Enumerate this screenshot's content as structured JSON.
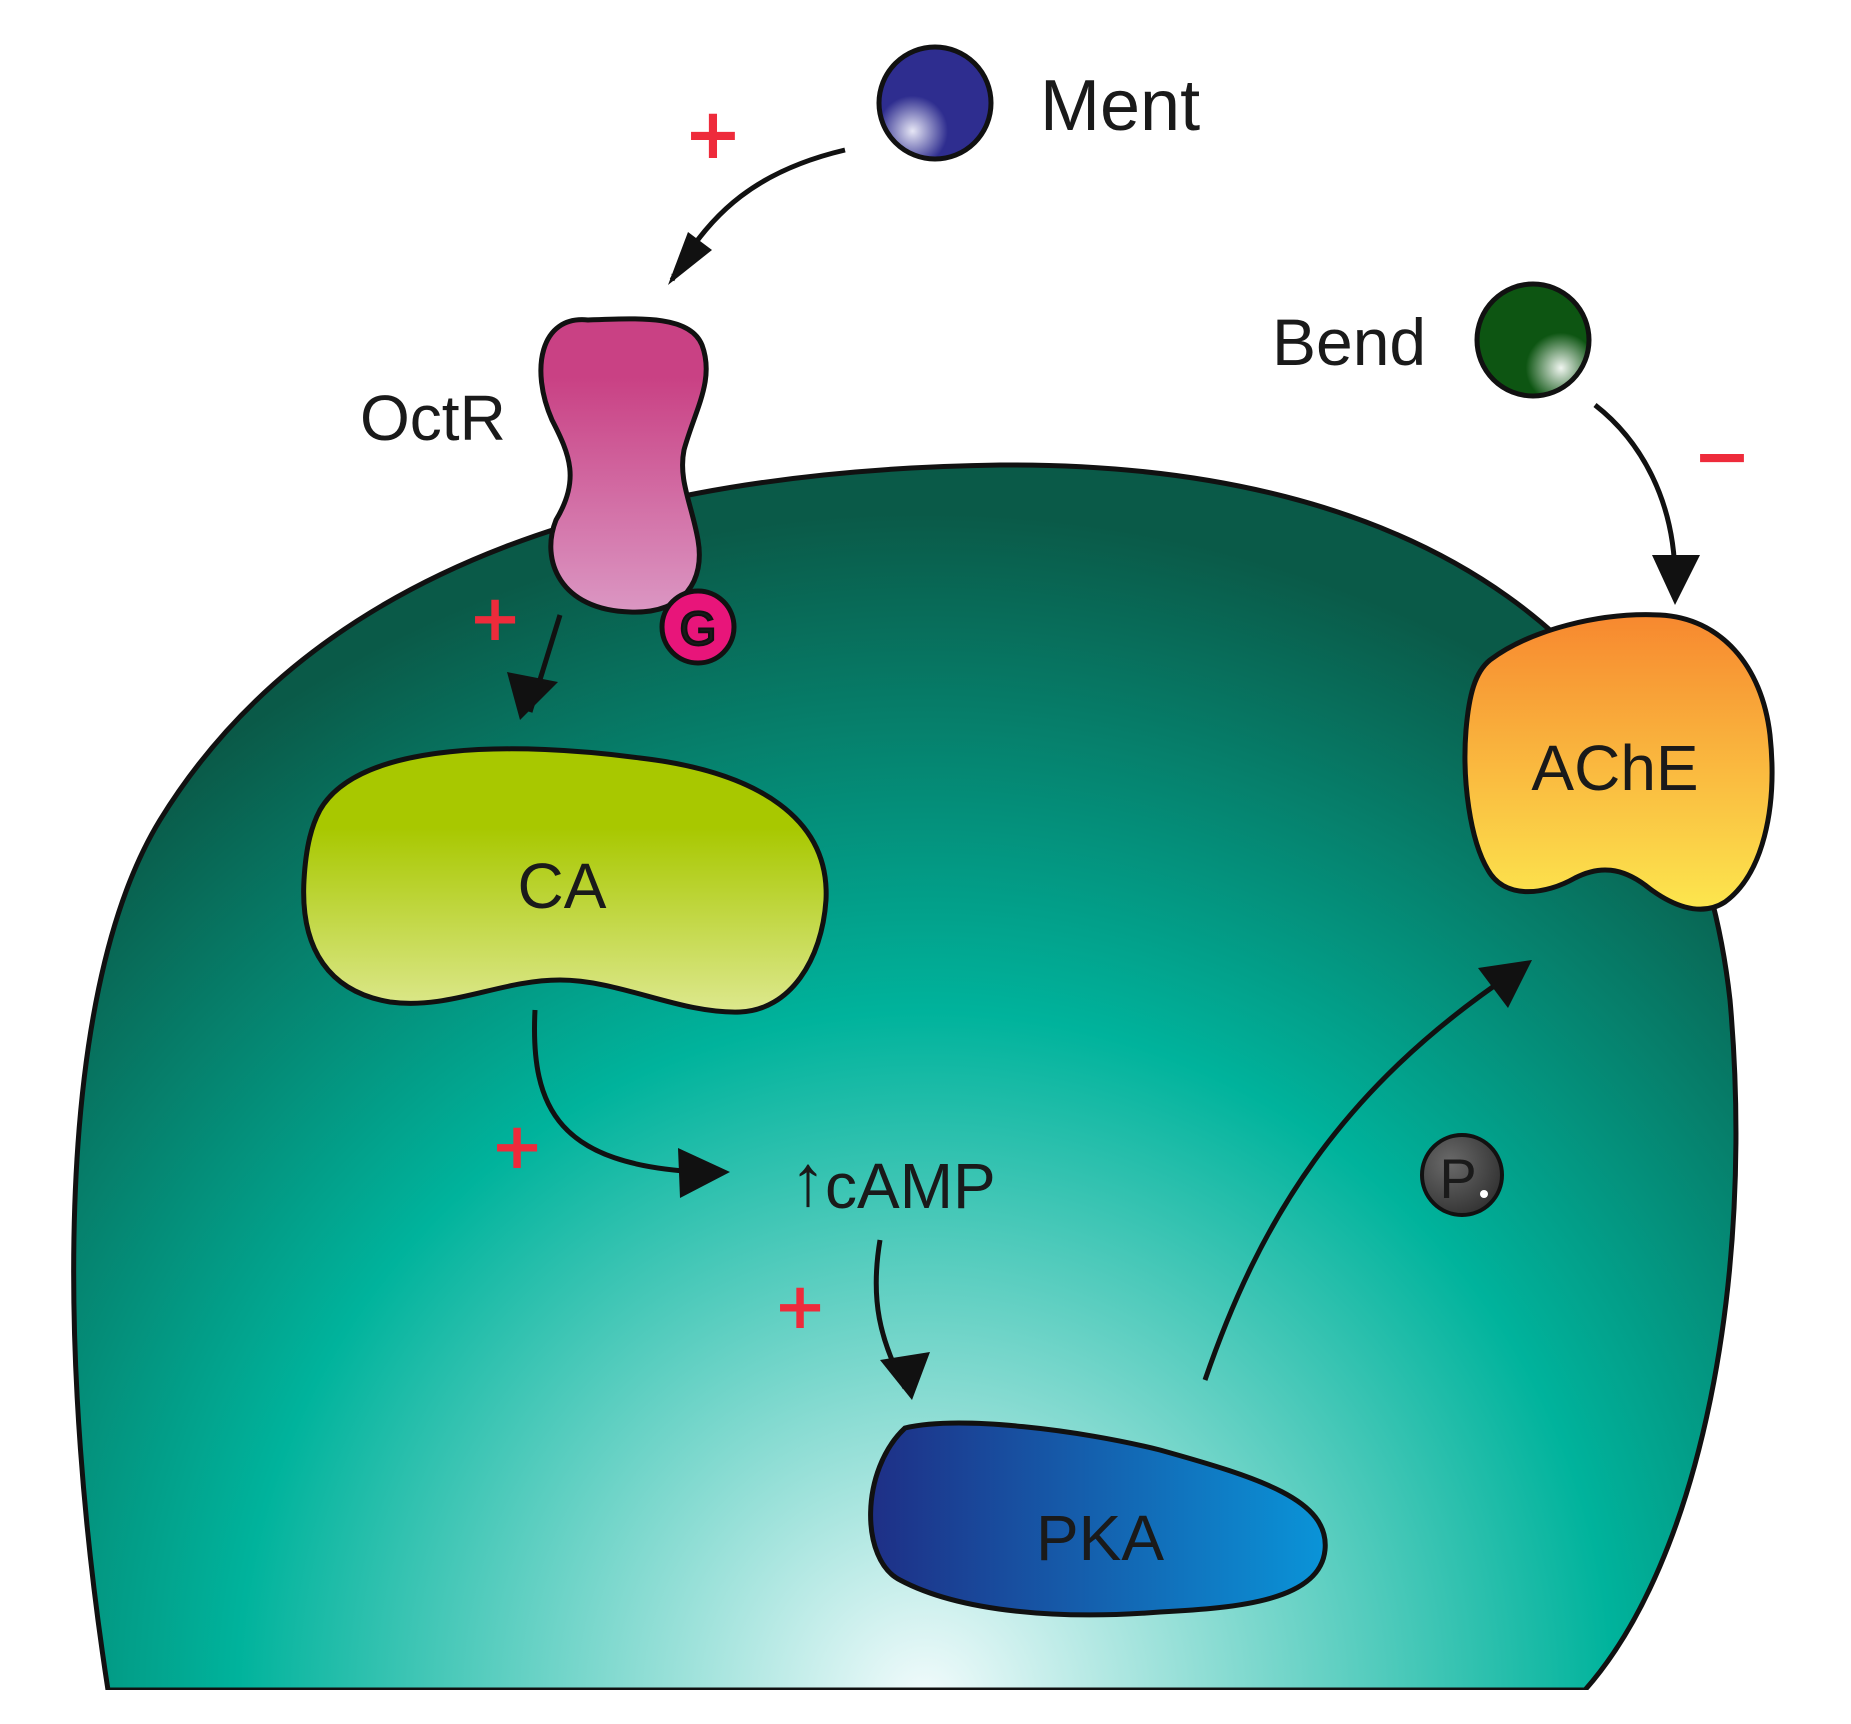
{
  "labels": {
    "ment": "Ment",
    "bend": "Bend",
    "octr": "OctR",
    "g_protein": "G",
    "ca": "CA",
    "camp_arrow": "↑",
    "camp": "cAMP",
    "pka": "PKA",
    "ache": "AChE",
    "phosphate": "P"
  },
  "signs": {
    "ment_to_octr": "+",
    "octr_to_ca": "+",
    "ca_to_camp": "+",
    "camp_to_pka": "+",
    "bend_to_ache": "−"
  },
  "colors": {
    "cell_dark": "#0a5a48",
    "cell_mid": "#00b39c",
    "cell_light": "#f2fbfc",
    "octr_top": "#c94184",
    "octr_bottom": "#db97c3",
    "g_protein": "#e8157a",
    "ca_dark": "#a8c800",
    "ca_light": "#dde88e",
    "pka_dark": "#1e2f86",
    "pka_light": "#0a94d8",
    "ache_top": "#f7882f",
    "ache_bottom": "#fce64e",
    "ment_ball": "#2e2d8f",
    "bend_ball": "#0d5512",
    "phosphate": "#2b2b2b",
    "sign_red": "#ee2b3b",
    "outline": "#111111"
  }
}
